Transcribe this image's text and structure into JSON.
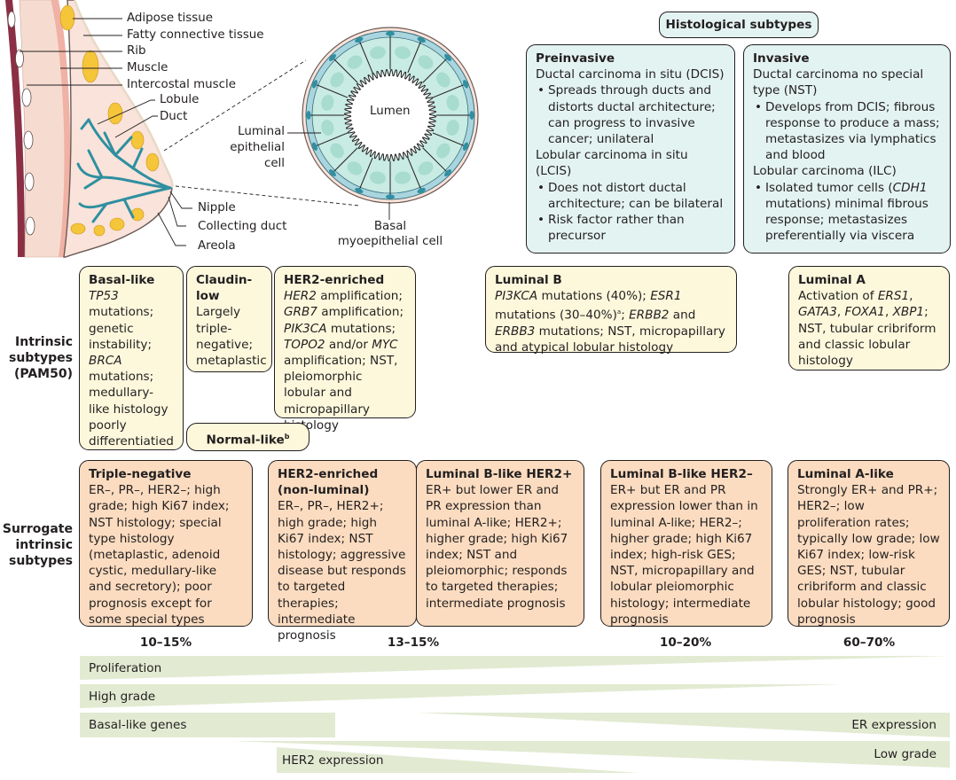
{
  "anatomy": {
    "labels": {
      "adipose": "Adipose tissue",
      "fatty": "Fatty connective tissue",
      "rib": "Rib",
      "muscle": "Muscle",
      "intercostal": "Intercostal muscle",
      "lobule": "Lobule",
      "duct": "Duct",
      "nipple": "Nipple",
      "collecting_duct": "Collecting duct",
      "areola": "Areola"
    },
    "cross_section": {
      "lumen": "Lumen",
      "luminal_1": "Luminal",
      "luminal_2": "epithelial",
      "luminal_3": "cell",
      "basal_1": "Basal",
      "basal_2": "myoepithelial cell"
    }
  },
  "histological": {
    "header": "Histological subtypes",
    "preinvasive": {
      "title": "Preinvasive",
      "dcis": "Ductal carcinoma in situ (DCIS)",
      "dcis_bullet": "Spreads through ducts and distorts ductal architecture; can progress to invasive cancer; unilateral",
      "lcis": "Lobular carcinoma in situ (LCIS)",
      "lcis_bullet_1": "Does not distort ductal architecture; can be bilateral",
      "lcis_bullet_2": "Risk factor rather than precursor"
    },
    "invasive": {
      "title": "Invasive",
      "nst": "Ductal carcinoma no special type (NST)",
      "nst_bullet": "Develops from DCIS; fibrous response to produce a mass; metastasizes via lymphatics and blood",
      "ilc": "Lobular carcinoma (ILC)",
      "ilc_bullet_pre": "Isolated tumor cells (",
      "ilc_bullet_gene": "CDH1",
      "ilc_bullet_post": " mutations) minimal fibrous response; metastasizes preferentially via viscera"
    }
  },
  "intrinsic": {
    "row_label_1": "Intrinsic",
    "row_label_2": "subtypes",
    "row_label_3": "(PAM50)",
    "basal": {
      "title": "Basal-like",
      "g1": "TP53",
      "t1": " mutations; genetic instability; ",
      "g2": "BRCA",
      "t2": " mutations; medullary-like histology poorly differentiatied"
    },
    "claudin": {
      "title": "Claudin-low",
      "text": "Largely triple-negative; metaplastic"
    },
    "her2": {
      "title": "HER2-enriched",
      "g1": "HER2",
      "t1": " amplification; ",
      "g2": "GRB7",
      "t2": " amplification; ",
      "g3": "PIK3CA",
      "t3": " mutations; ",
      "g4": "TOPO2",
      "t4": " and/or ",
      "g5": "MYC",
      "t5": " amplification; NST, pleiomorphic lobular and micropapillary histology"
    },
    "normal": {
      "title": "Normal-like",
      "sup": "b"
    },
    "lumb": {
      "title": "Luminal B",
      "g1": "PI3KCA",
      "t1": " mutations (40%);  ",
      "g2": "ESR1",
      "t2": " mutations (30–40%)",
      "sup": "a",
      "t3": "; ",
      "g3": "ERBB2",
      "t4": " and ",
      "g4": "ERBB3",
      "t5": " mutations; NST, micropapillary and atypical lobular histology"
    },
    "luma": {
      "title": "Luminal A",
      "t1": "Activation of ",
      "g1": "ERS1",
      "t2": ", ",
      "g2": "GATA3",
      "t3": ", ",
      "g3": "FOXA1",
      "t4": ", ",
      "g4": "XBP1",
      "t5": "; NST, tubular cribriform and classic lobular histology"
    }
  },
  "surrogate": {
    "row_label_1": "Surrogate",
    "row_label_2": "intrinsic",
    "row_label_3": "subtypes",
    "boxes": [
      {
        "title": "Triple-negative",
        "text": "ER–, PR–, HER2–; high grade; high Ki67 index; NST histology; special type histology (metaplastic, adenoid cystic, medullary-like and secretory); poor prognosis except for some special types"
      },
      {
        "title": "HER2-enriched (non-luminal)",
        "text": "ER–, PR–, HER2+; high grade; high Ki67 index; NST histology; aggressive disease but responds to targeted therapies; intermediate prognosis"
      },
      {
        "title": "Luminal B-like HER2+",
        "text": "ER+ but lower ER and PR expression than luminal A-like; HER2+; higher grade; high Ki67 index; NST and pleiomorphic; responds to targeted therapies; intermediate prognosis"
      },
      {
        "title": "Luminal B-like HER2–",
        "text": "ER+ but ER and PR expression lower than in luminal A-like; HER2–; higher grade; high Ki67 index; high-risk GES; NST, micropapillary and lobular pleiomorphic histology; intermediate prognosis"
      },
      {
        "title": "Luminal A-like",
        "text": "Strongly ER+ and PR+; HER2–; low proliferation rates; typically low grade; low Ki67 index; low-risk GES; NST, tubular cribriform and classic lobular histology; good prognosis"
      }
    ],
    "percentages": [
      "10–15%",
      "13–15%",
      "10–20%",
      "60–70%"
    ]
  },
  "gradients": {
    "proliferation": "Proliferation",
    "high_grade": "High grade",
    "basal_genes": "Basal-like genes",
    "her2_expression": "HER2 expression",
    "er_expression": "ER expression",
    "low_grade": "Low grade"
  },
  "colors": {
    "histological_fill": "#e3f3f1",
    "intrinsic_fill": "#fdf8dc",
    "surrogate_fill": "#fbdcc0",
    "gradient_fill": "#e2ead2",
    "duct_teal": "#2f8fa0",
    "adipose_yellow": "#f5c53a"
  }
}
